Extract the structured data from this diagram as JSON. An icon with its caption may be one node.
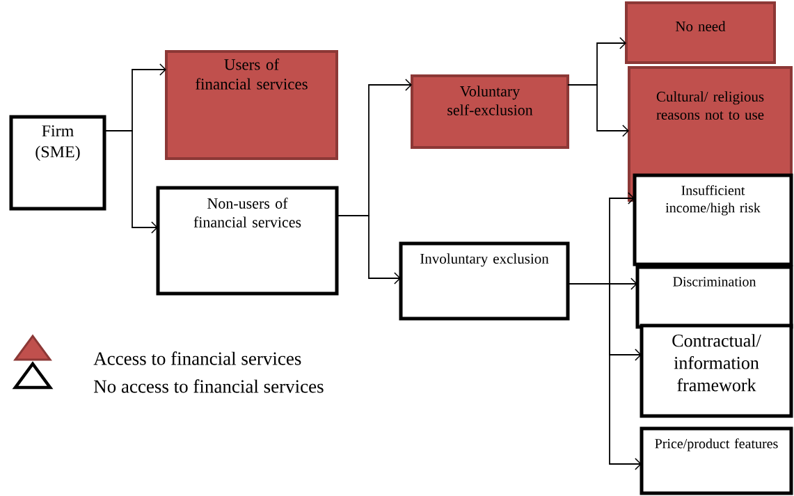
{
  "diagram": {
    "nodes": [
      {
        "text": [
          "Firm (SME)"
        ]
      },
      {
        "text": [
          "Users of financial services"
        ]
      },
      {
        "text": [
          "Non-users of financial services"
        ]
      },
      {
        "text": [
          "Voluntary self-exclusion"
        ]
      },
      {
        "text": [
          "Involuntary exclusion"
        ]
      },
      {
        "text": [
          "No need"
        ]
      },
      {
        "text": [
          "Cultural/ religious reasons not to use"
        ]
      },
      {
        "text": [
          "Insufficient income/high risk"
        ]
      },
      {
        "text": [
          "Discrimination"
        ]
      },
      {
        "text": [
          "Contractual/ information framework"
        ]
      },
      {
        "text": [
          "Price/product features"
        ]
      }
    ],
    "edges": [
      {
        "from": 0,
        "to": 1,
        "arrow": "to"
      },
      {
        "from": 0,
        "to": 2,
        "arrow": "to"
      },
      {
        "from": 2,
        "to": 3,
        "arrow": "to"
      },
      {
        "from": 2,
        "to": 4,
        "arrow": "to"
      },
      {
        "from": 3,
        "to": 5,
        "arrow": "to"
      },
      {
        "from": 3,
        "to": 6,
        "arrow": "to"
      },
      {
        "from": 4,
        "to": 7,
        "arrow": "to"
      },
      {
        "from": 4,
        "to": 8,
        "arrow": "to"
      },
      {
        "from": 4,
        "to": 9,
        "arrow": "to"
      },
      {
        "from": 4,
        "to": 10,
        "arrow": "to"
      }
    ],
    "legend": [
      {
        "text": "Access to financial services"
      },
      {
        "text": "No access to financial services"
      }
    ]
  }
}
